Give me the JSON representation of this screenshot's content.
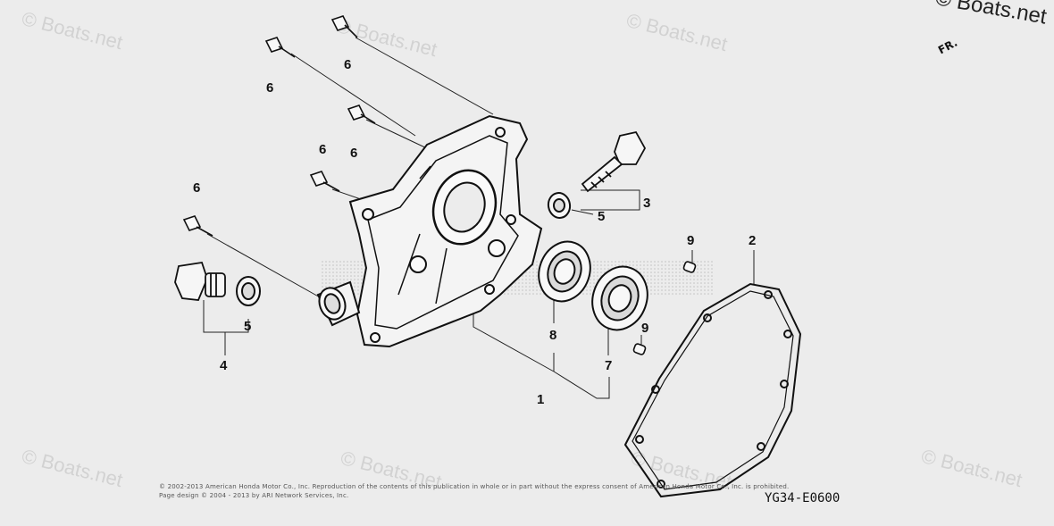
{
  "watermarks": {
    "brand": "© Boats.net",
    "corner": "© Boats.net"
  },
  "orientation_marker": "FR.",
  "callouts": {
    "bolt_a": "6",
    "bolt_b": "6",
    "bolt_c": "6",
    "bolt_d": "6",
    "bolt_e": "6",
    "part1": "1",
    "part2": "2",
    "part3": "3",
    "part4": "4",
    "seal_left": "5",
    "seal_right": "5",
    "part7": "7",
    "part8": "8",
    "pin_top": "9",
    "pin_bottom": "9"
  },
  "footer": {
    "copyright_line1": "© 2002-2013 American Honda Motor Co., Inc. Reproduction of the contents of this publication in whole or in part without the express consent of American Honda Motor Co., Inc. is prohibited.",
    "copyright_line2": "Page design © 2004 - 2013 by ARI Network Services, Inc.",
    "diagram_code": "YG34-E0600"
  }
}
